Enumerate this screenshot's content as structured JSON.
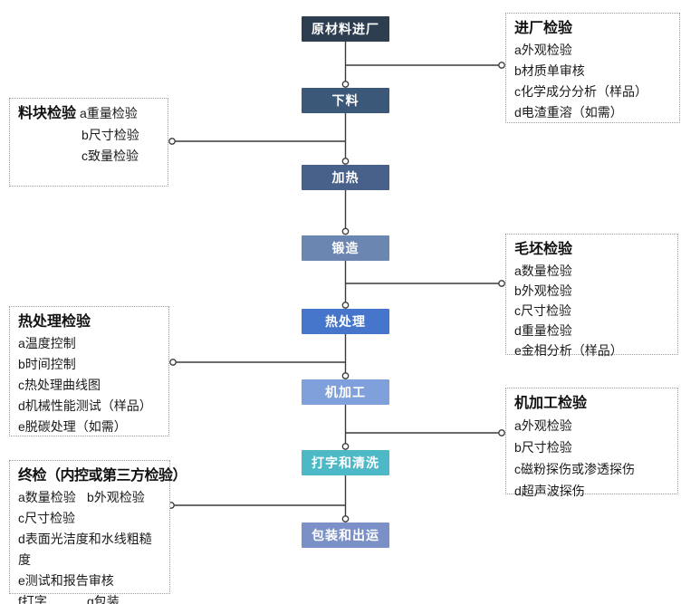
{
  "flow": {
    "steps": [
      {
        "label": "原材料进厂",
        "color": "#2e3e51"
      },
      {
        "label": "下料",
        "color": "#3b5878"
      },
      {
        "label": "加热",
        "color": "#47618a"
      },
      {
        "label": "锻造",
        "color": "#6c86b2"
      },
      {
        "label": "热处理",
        "color": "#4676cb"
      },
      {
        "label": "机加工",
        "color": "#7fa0db"
      },
      {
        "label": "打字和清洗",
        "color": "#4eb9c6"
      },
      {
        "label": "包装和出运",
        "color": "#7c90c8"
      }
    ]
  },
  "inspections": {
    "incoming": {
      "title": "进厂检验",
      "items": [
        "a外观检验",
        "b材质单审核",
        "c化学成分分析（样品）",
        "d电渣重溶（如需）"
      ]
    },
    "block": {
      "title": "料块检验",
      "items": [
        "a重量检验",
        "b尺寸检验",
        "c致量检验"
      ]
    },
    "blank": {
      "title": "毛坯检验",
      "items": [
        "a数量检验",
        "b外观检验",
        "c尺寸检验",
        "d重量检验",
        "e金相分析（样品）"
      ]
    },
    "heat_treatment": {
      "title": "热处理检验",
      "items": [
        "a温度控制",
        "b时间控制",
        "c热处理曲线图",
        "d机械性能测试（样品）",
        "e脱碳处理（如需）"
      ]
    },
    "machining": {
      "title": "机加工检验",
      "items": [
        "a外观检验",
        "b尺寸检验",
        "c磁粉探伤或渗透探伤",
        "d超声波探伤"
      ]
    },
    "final": {
      "title": "终检（内控或第三方检验）",
      "items": [
        "a数量检验",
        "b外观检验",
        "c尺寸检验",
        "d表面光洁度和水线粗糙度",
        "e测试和报告审核",
        "f打字",
        "g包装"
      ]
    }
  },
  "colors": {
    "connector": "#3a3a3a",
    "side_box_border": "#9a9a9a",
    "node_text": "#ffffff"
  }
}
